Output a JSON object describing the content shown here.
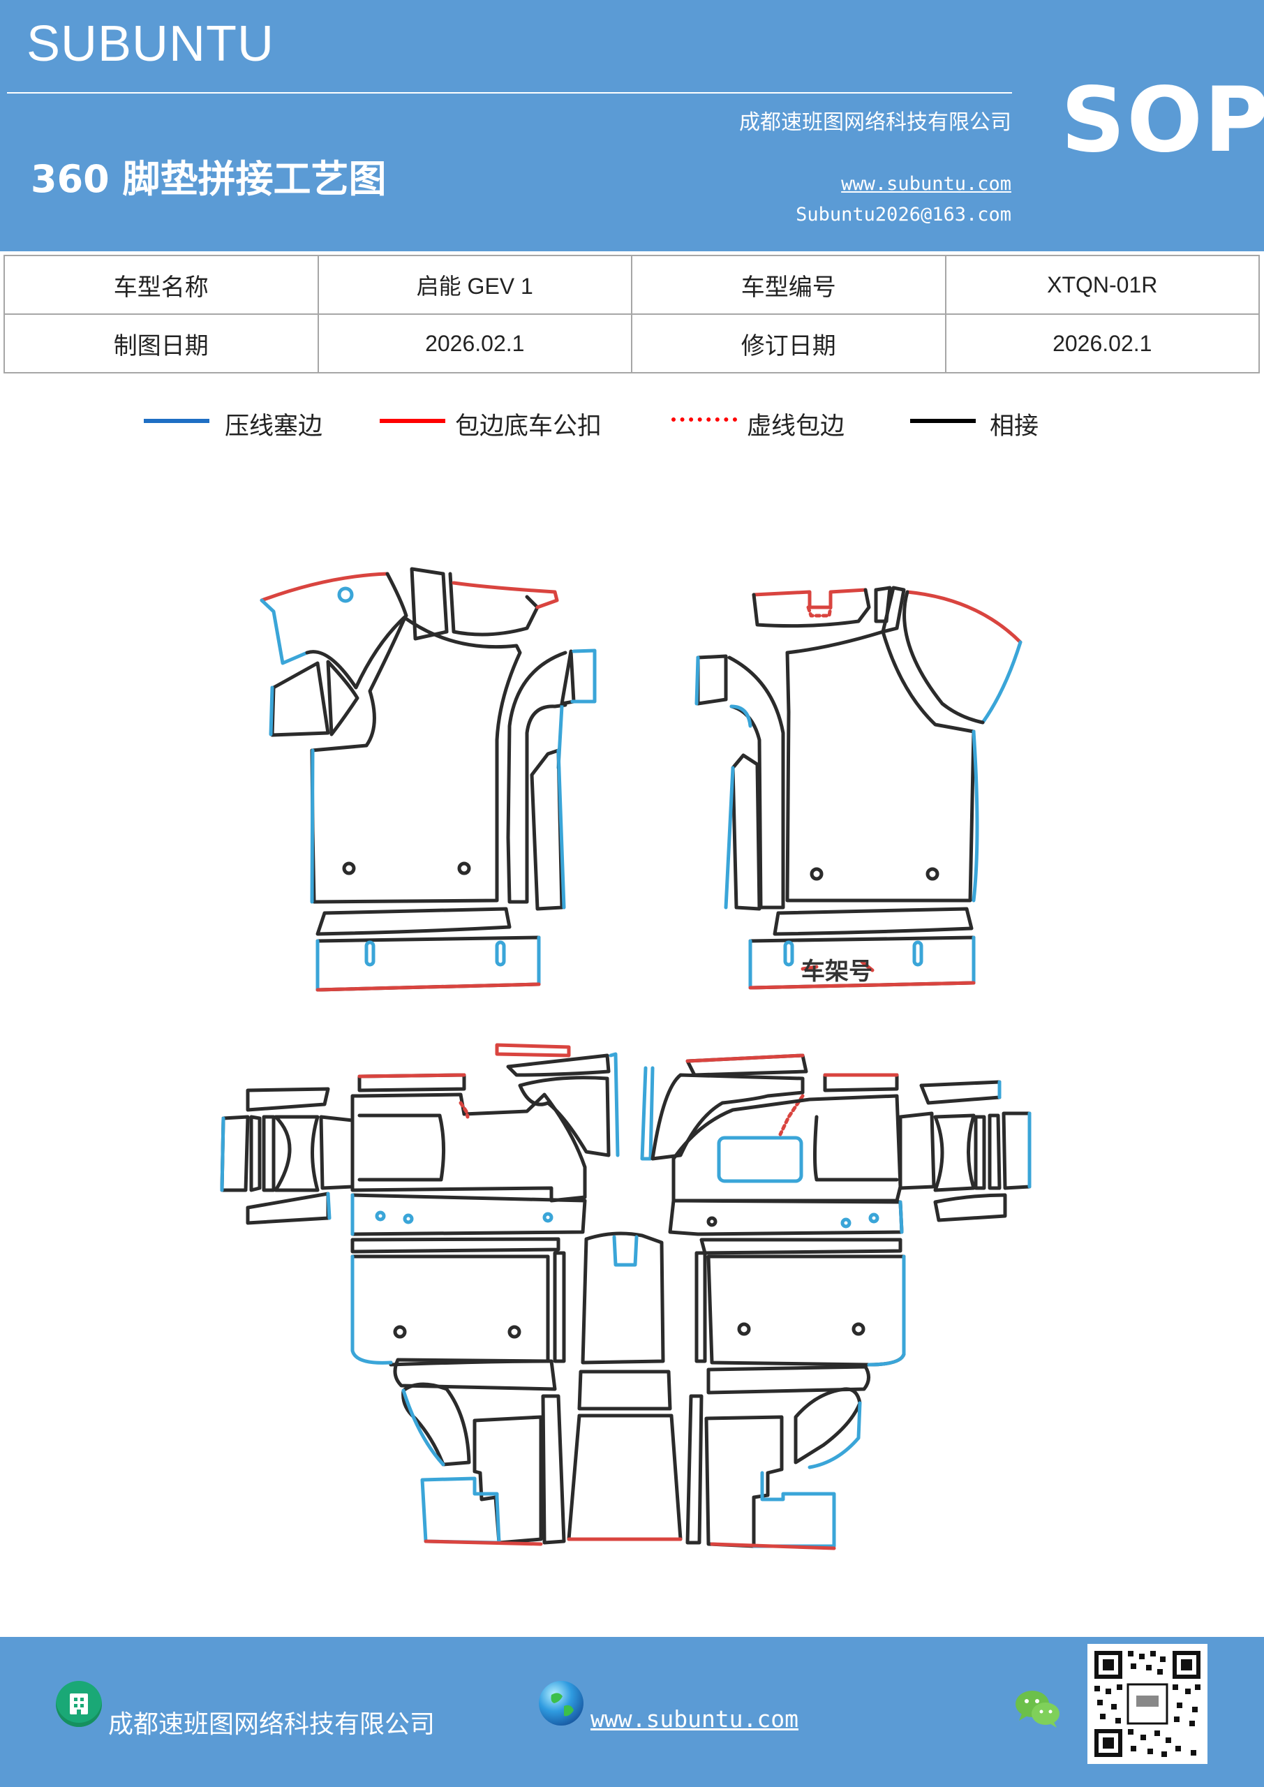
{
  "header": {
    "brand": "SUBUNTU",
    "company": "成都速班图网络科技有限公司",
    "title": "360 脚垫拼接工艺图",
    "website": "www.subuntu.com",
    "email": "Subuntu2026@163.com",
    "badge": "SOP"
  },
  "info": {
    "model_name_label": "车型名称",
    "model_name": "启能 GEV  1",
    "model_code_label": "车型编号",
    "model_code": "XTQN-01R",
    "draw_date_label": "制图日期",
    "draw_date": "2026.02.1",
    "revise_date_label": "修订日期",
    "revise_date": "2026.02.1"
  },
  "legend": [
    {
      "label": "压线塞边",
      "color": "#1f6fc4",
      "style": "solid"
    },
    {
      "label": "包边底车公扣",
      "color": "#ff0000",
      "style": "solid"
    },
    {
      "label": "虚线包边",
      "color": "#ff0000",
      "style": "dotted"
    },
    {
      "label": "相接",
      "color": "#000000",
      "style": "solid"
    }
  ],
  "diagram": {
    "label": "车架号",
    "colors": {
      "edge": "#3aa5d8",
      "wrap": "#d9443f",
      "join": "#2b2b2b"
    }
  },
  "footer": {
    "company": "成都速班图网络科技有限公司",
    "website": "www.subuntu.com "
  }
}
